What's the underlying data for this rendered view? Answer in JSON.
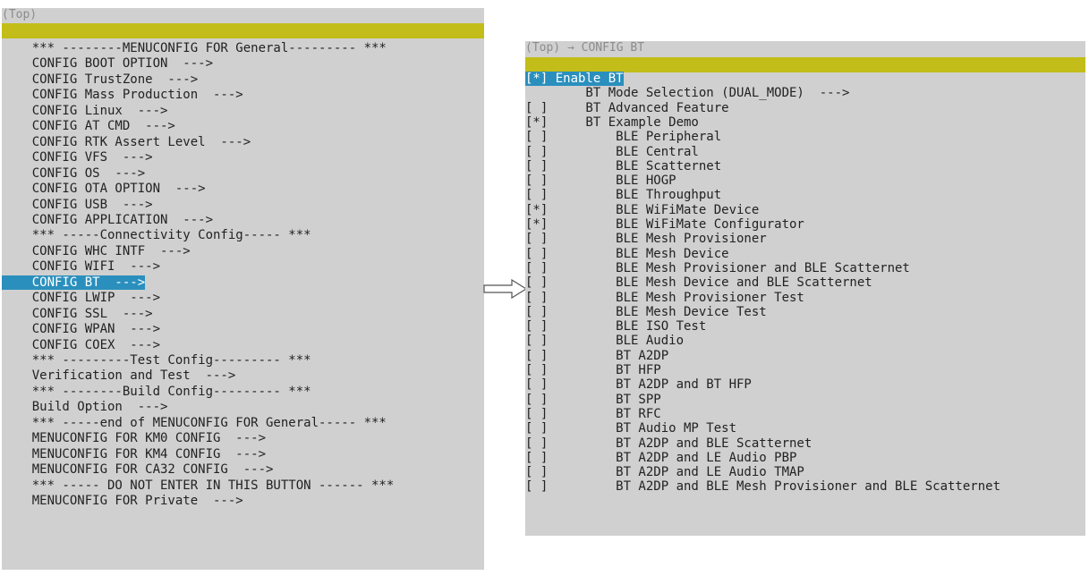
{
  "left": {
    "title": "(Top)",
    "items": [
      {
        "label": "    *** --------MENUCONFIG FOR General--------- ***",
        "kind": "comment"
      },
      {
        "label": "    CONFIG BOOT OPTION  --->",
        "kind": "menu"
      },
      {
        "label": "    CONFIG TrustZone  --->",
        "kind": "menu"
      },
      {
        "label": "    CONFIG Mass Production  --->",
        "kind": "menu"
      },
      {
        "label": "    CONFIG Linux  --->",
        "kind": "menu"
      },
      {
        "label": "    CONFIG AT CMD  --->",
        "kind": "menu"
      },
      {
        "label": "    CONFIG RTK Assert Level  --->",
        "kind": "menu"
      },
      {
        "label": "    CONFIG VFS  --->",
        "kind": "menu"
      },
      {
        "label": "    CONFIG OS  --->",
        "kind": "menu"
      },
      {
        "label": "    CONFIG OTA OPTION  --->",
        "kind": "menu"
      },
      {
        "label": "    CONFIG USB  --->",
        "kind": "menu"
      },
      {
        "label": "    CONFIG APPLICATION  --->",
        "kind": "menu"
      },
      {
        "label": "    *** -----Connectivity Config----- ***",
        "kind": "comment"
      },
      {
        "label": "    CONFIG WHC INTF  --->",
        "kind": "menu"
      },
      {
        "label": "    CONFIG WIFI  --->",
        "kind": "menu"
      },
      {
        "label": "    CONFIG BT  --->",
        "kind": "menu",
        "selected": true
      },
      {
        "label": "    CONFIG LWIP  --->",
        "kind": "menu"
      },
      {
        "label": "    CONFIG SSL  --->",
        "kind": "menu"
      },
      {
        "label": "    CONFIG WPAN  --->",
        "kind": "menu"
      },
      {
        "label": "    CONFIG COEX  --->",
        "kind": "menu"
      },
      {
        "label": "    *** ---------Test Config--------- ***",
        "kind": "comment"
      },
      {
        "label": "    Verification and Test  --->",
        "kind": "menu"
      },
      {
        "label": "    *** --------Build Config--------- ***",
        "kind": "comment"
      },
      {
        "label": "    Build Option  --->",
        "kind": "menu"
      },
      {
        "label": "    *** -----end of MENUCONFIG FOR General----- ***",
        "kind": "comment"
      },
      {
        "label": "    MENUCONFIG FOR KM0 CONFIG  --->",
        "kind": "menu"
      },
      {
        "label": "    MENUCONFIG FOR KM4 CONFIG  --->",
        "kind": "menu"
      },
      {
        "label": "    MENUCONFIG FOR CA32 CONFIG  --->",
        "kind": "menu"
      },
      {
        "label": "    *** ----- DO NOT ENTER IN THIS BUTTON ------ ***",
        "kind": "comment"
      },
      {
        "label": "    MENUCONFIG FOR Private  --->",
        "kind": "menu"
      }
    ]
  },
  "right": {
    "title": "(Top) → CONFIG BT",
    "items": [
      {
        "label": "[*] Enable BT",
        "selected": true
      },
      {
        "label": "        BT Mode Selection (DUAL_MODE)  --->"
      },
      {
        "label": "[ ]     BT Advanced Feature"
      },
      {
        "label": "[*]     BT Example Demo"
      },
      {
        "label": "[ ]         BLE Peripheral"
      },
      {
        "label": "[ ]         BLE Central"
      },
      {
        "label": "[ ]         BLE Scatternet"
      },
      {
        "label": "[ ]         BLE HOGP"
      },
      {
        "label": "[ ]         BLE Throughput"
      },
      {
        "label": "[*]         BLE WiFiMate Device"
      },
      {
        "label": "[*]         BLE WiFiMate Configurator"
      },
      {
        "label": "[ ]         BLE Mesh Provisioner"
      },
      {
        "label": "[ ]         BLE Mesh Device"
      },
      {
        "label": "[ ]         BLE Mesh Provisioner and BLE Scatternet"
      },
      {
        "label": "[ ]         BLE Mesh Device and BLE Scatternet"
      },
      {
        "label": "[ ]         BLE Mesh Provisioner Test"
      },
      {
        "label": "[ ]         BLE Mesh Device Test"
      },
      {
        "label": "[ ]         BLE ISO Test"
      },
      {
        "label": "[ ]         BLE Audio"
      },
      {
        "label": "[ ]         BT A2DP"
      },
      {
        "label": "[ ]         BT HFP"
      },
      {
        "label": "[ ]         BT A2DP and BT HFP"
      },
      {
        "label": "[ ]         BT SPP"
      },
      {
        "label": "[ ]         BT RFC"
      },
      {
        "label": "[ ]         BT Audio MP Test"
      },
      {
        "label": "[ ]         BT A2DP and BLE Scatternet"
      },
      {
        "label": "[ ]         BT A2DP and LE Audio PBP"
      },
      {
        "label": "[ ]         BT A2DP and LE Audio TMAP"
      },
      {
        "label": "[ ]         BT A2DP and BLE Mesh Provisioner and BLE Scatternet"
      }
    ]
  },
  "arrow": {
    "icon": "hollow-right-arrow-icon"
  },
  "colors": {
    "panel_bg": "#d0d0d0",
    "accent_bar": "#c2bd18",
    "selection": "#2a8fbd"
  }
}
